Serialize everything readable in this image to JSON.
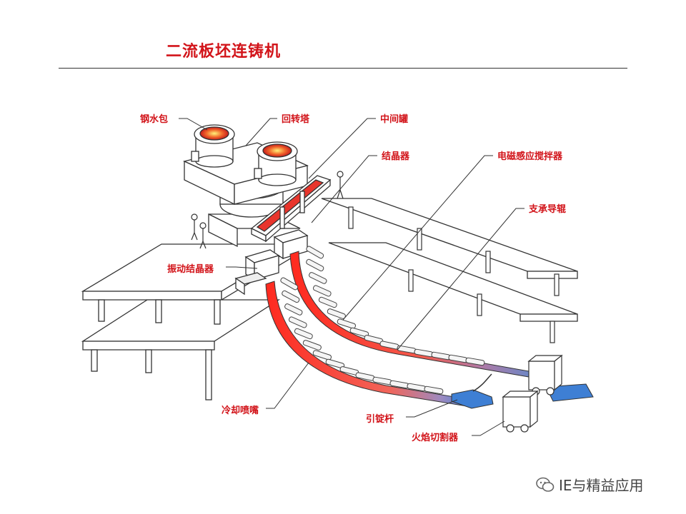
{
  "title": "二流板坯连铸机",
  "labels": {
    "ladle": "钢水包",
    "turret": "回转塔",
    "tundish": "中间罐",
    "mold": "结晶器",
    "ems": "电磁感应搅拌器",
    "support_rolls": "支承导辊",
    "oscillating_mold": "振动结晶器",
    "spray_nozzle": "冷却喷嘴",
    "dummy_bar": "引锭杆",
    "torch_cutter": "火焰切割器"
  },
  "watermark": "IE与精益应用",
  "colors": {
    "label": "#d2141a",
    "hot_steel": "#e8352c",
    "dummy_bar": "#3e7fd4",
    "line": "#333333"
  }
}
